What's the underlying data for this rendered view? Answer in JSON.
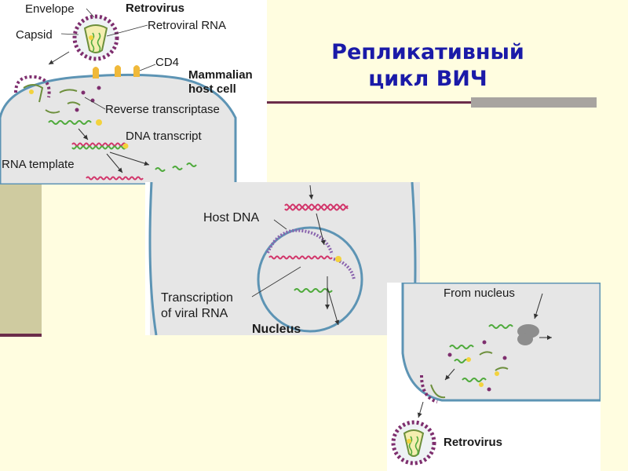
{
  "slide": {
    "title_line1": "Репликативный",
    "title_line2": "цикл ВИЧ"
  },
  "panel1": {
    "envelope": "Envelope",
    "retrovirus": "Retrovirus",
    "capsid": "Capsid",
    "retroviral_rna": "Retroviral RNA",
    "cd4": "CD4",
    "host_line1": "Mammalian",
    "host_line2": "host cell",
    "reverse_transcriptase": "Reverse transcriptase",
    "dna_transcript": "DNA transcript",
    "rna_template": "RNA template"
  },
  "panel2": {
    "host_dna": "Host DNA",
    "transcription_line1": "Transcription",
    "transcription_line2": "of viral RNA",
    "nucleus": "Nucleus"
  },
  "panel3": {
    "from_nucleus": "From nucleus",
    "retrovirus": "Retrovirus"
  },
  "colors": {
    "cell_fill": "#e6e6e6",
    "membrane": "#5d94b4",
    "rna_green": "#4faa3c",
    "dna_pink": "#d2356a",
    "host_dna_purple": "#8a64ae",
    "envelope_purple": "#7e2e6e",
    "receptor_orange": "#f0b93a",
    "enzyme_yellow": "#f3d23d",
    "title_blue": "#1a1aa8"
  }
}
